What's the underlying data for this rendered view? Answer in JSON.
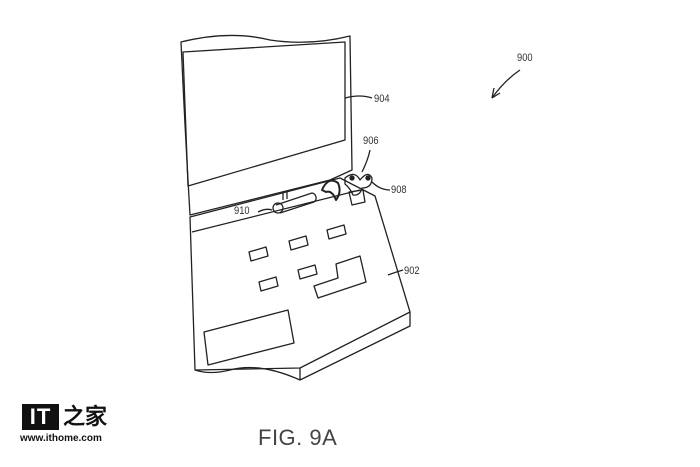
{
  "figure": {
    "caption": "FIG. 9A",
    "labels": {
      "device": "900",
      "base": "902",
      "display": "904",
      "hinge": "906",
      "latch": "908",
      "pen": "910"
    }
  },
  "watermark": {
    "logo_text": "IT之家",
    "url": "www.ithome.com"
  }
}
